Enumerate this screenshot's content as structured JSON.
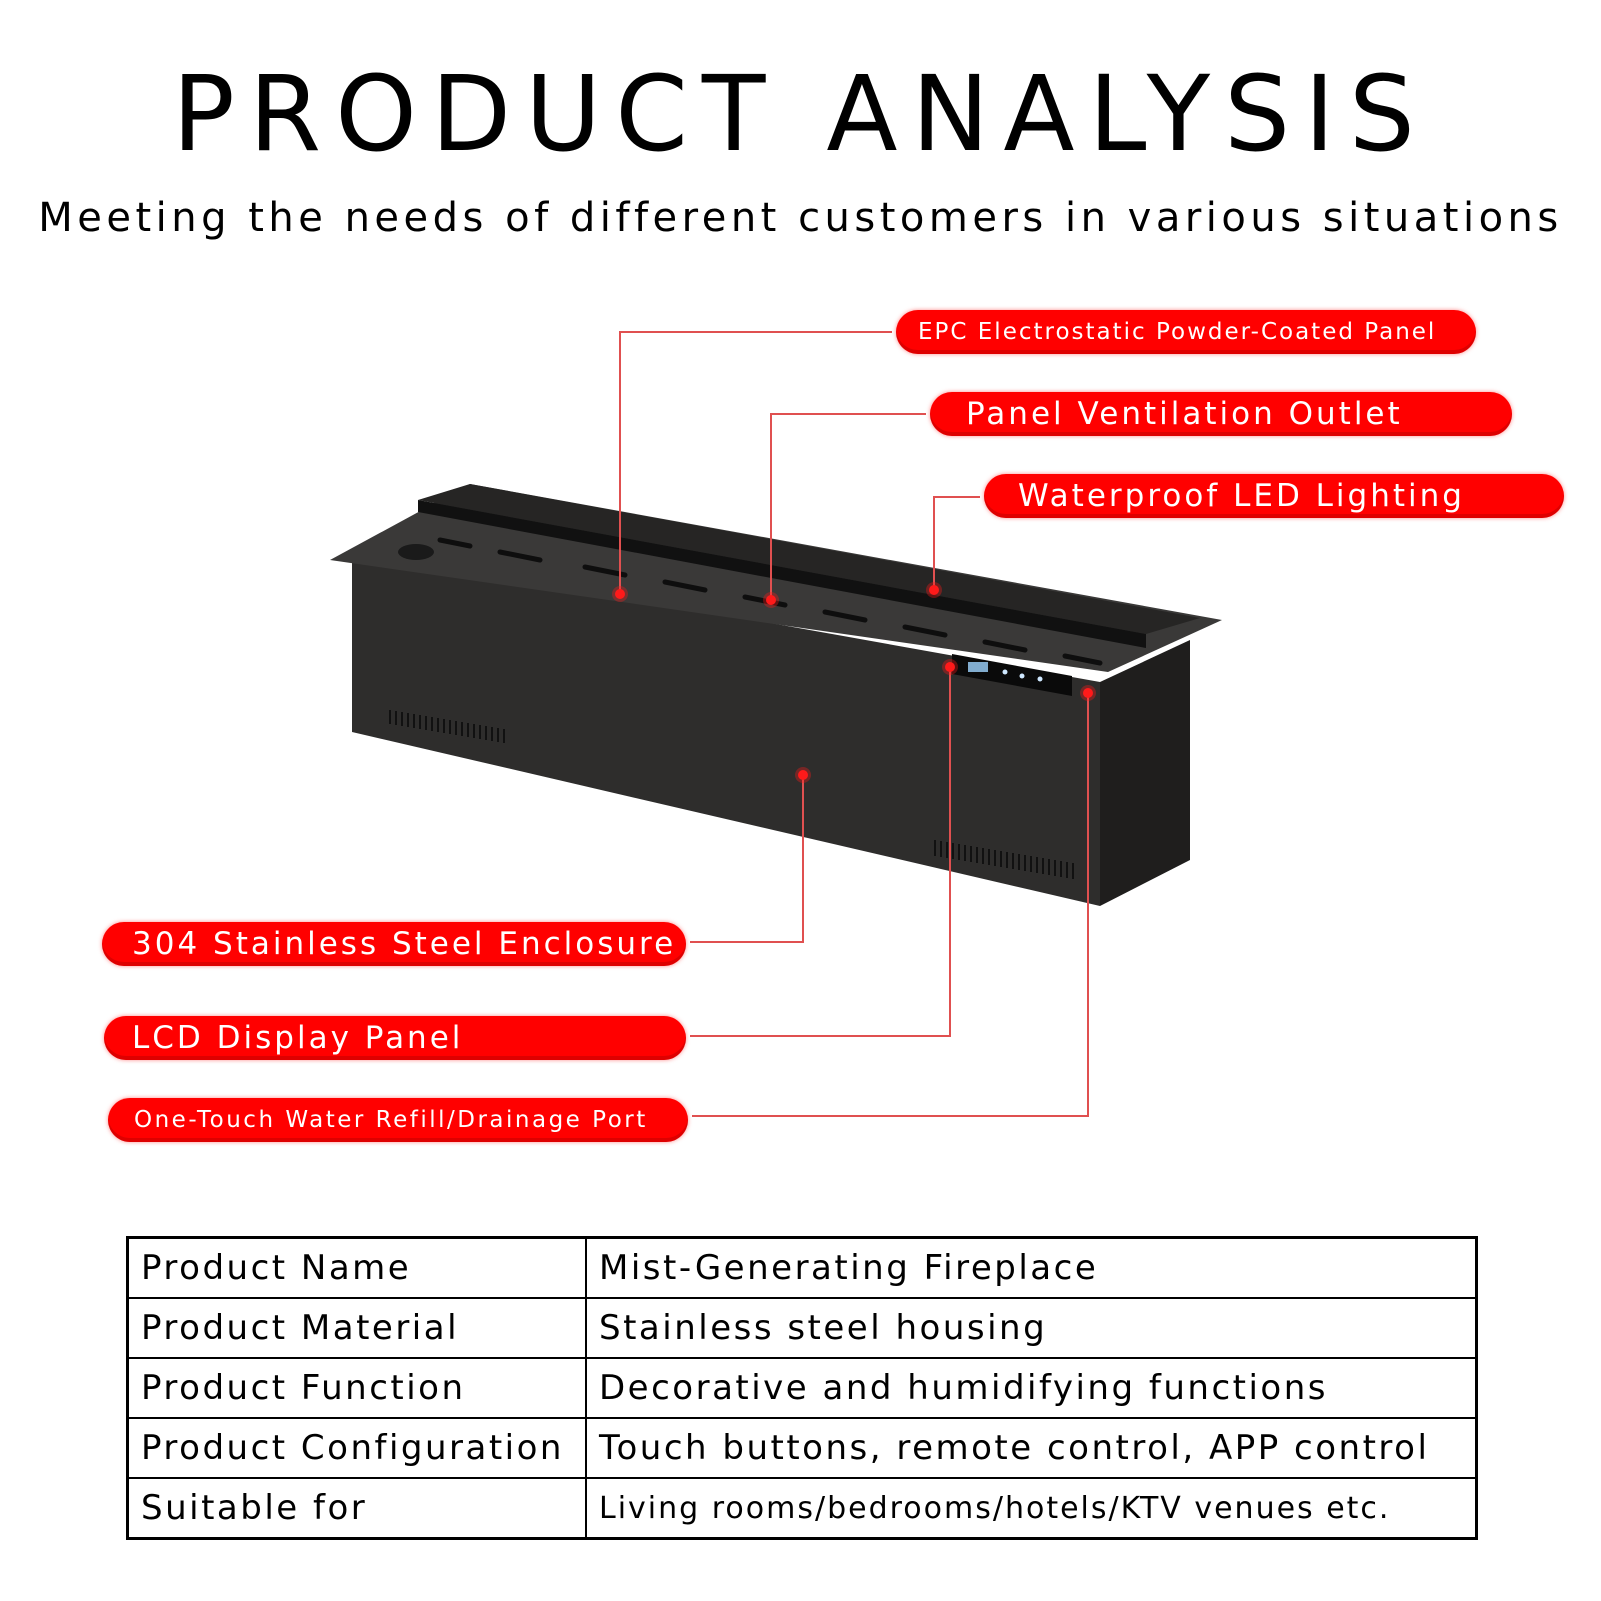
{
  "header": {
    "title": "PRODUCT ANALYSIS",
    "subtitle": "Meeting the needs of different customers in various situations"
  },
  "callouts": [
    {
      "id": "epc",
      "label": "EPC Electrostatic Powder-Coated Panel"
    },
    {
      "id": "vent",
      "label": "Panel Ventilation Outlet"
    },
    {
      "id": "led",
      "label": "Waterproof LED Lighting"
    },
    {
      "id": "enclosure",
      "label": "304 Stainless Steel Enclosure"
    },
    {
      "id": "lcd",
      "label": "LCD Display Panel"
    },
    {
      "id": "port",
      "label": "One-Touch Water Refill/Drainage Port"
    }
  ],
  "colors": {
    "callout": "#ff0000",
    "leader": "#e05050",
    "product": "#2b2b2b"
  },
  "specs": [
    {
      "key": "Product Name",
      "value": "Mist-Generating Fireplace"
    },
    {
      "key": "Product Material",
      "value": "Stainless steel housing"
    },
    {
      "key": "Product Function",
      "value": "Decorative and humidifying functions"
    },
    {
      "key": "Product Configuration",
      "value": "Touch buttons, remote control, APP control"
    },
    {
      "key": "Suitable for",
      "value": "Living rooms/bedrooms/hotels/KTV venues etc."
    }
  ]
}
